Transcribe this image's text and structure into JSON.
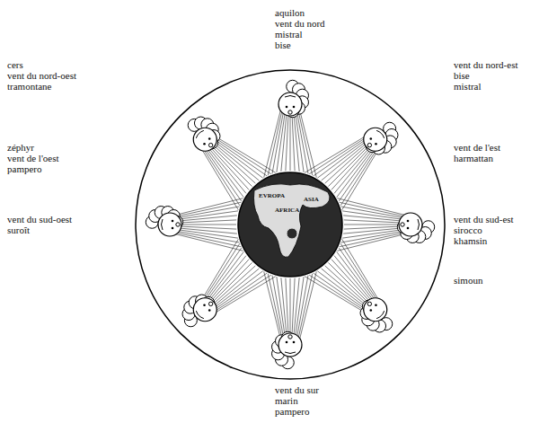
{
  "diagram": {
    "labels": [
      "aquilon",
      "vent du nord",
      "mistral",
      "bise",
      "cers",
      "vent du nord-oest",
      "tramontane",
      "vent du nord-est",
      "bise",
      "mistral",
      "zéphyr",
      "vent de l'oest",
      "pampero",
      "vent de l'est",
      "harmattan",
      "vent du sud-oest",
      "suroît",
      "vent du sud-est",
      "sirocco",
      "khamsin",
      "simoun",
      "vent du sur",
      "marin",
      "pampero",
      "EVROPA",
      "AFRICA",
      "ASIA"
    ]
  }
}
